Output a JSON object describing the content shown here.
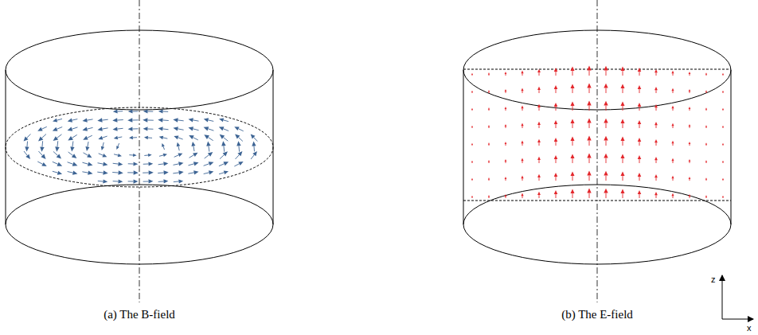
{
  "diagram": {
    "labels": [
      "(a) The B-field",
      "(b) The E-field",
      "z",
      "x"
    ]
  }
}
